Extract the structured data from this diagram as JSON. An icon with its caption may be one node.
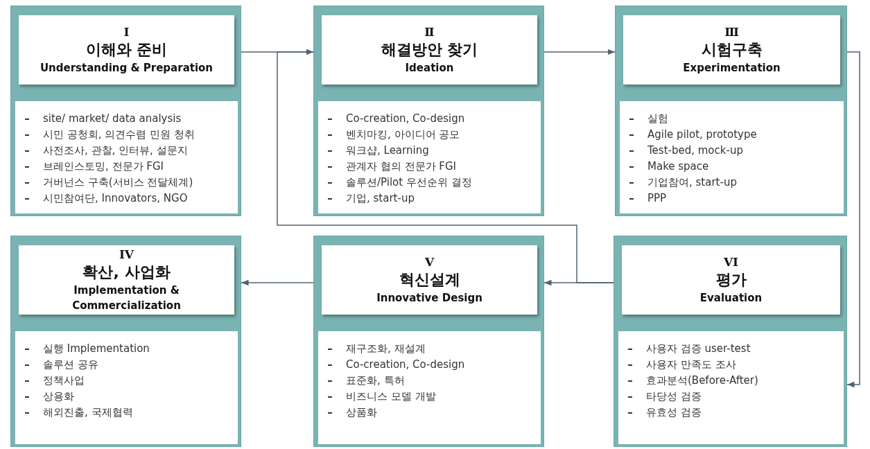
{
  "diagram": {
    "nodes": [
      {
        "text": [],
        "shape": "box"
      },
      {
        "text": [
          "I",
          "이해와 준비",
          "Understanding & Preparation"
        ],
        "in": 0
      },
      {
        "text": [
          "site/ market/ data analysis",
          "시민 공청회, 의견수렴 민원 청취",
          "사전조사, 관찰, 인터뷰, 설문지",
          "브레인스토밍, 전문가 FGI",
          "거버넌스 구축(서비스 전달체계)",
          "시민참여단, Innovators, NGO"
        ],
        "in": 0
      },
      {
        "text": [],
        "shape": "box"
      },
      {
        "text": [
          "Ⅱ",
          "해결방안 찾기",
          "Ideation"
        ],
        "in": 3
      },
      {
        "text": [
          "Co-creation, Co-design",
          "벤치마킹, 아이디어 공모",
          "워크샵, Learning",
          "관계자 협의 전문가 FGI",
          "솔루션/Pilot 우선순위 결정",
          "기업, start-up"
        ],
        "in": 3
      },
      {
        "text": [],
        "shape": "box"
      },
      {
        "text": [
          "Ⅲ",
          "시험구축",
          "Experimentation"
        ],
        "in": 6
      },
      {
        "text": [
          "실험",
          "Agile pilot, prototype",
          "Test-bed, mock-up",
          "Make space",
          "기업참여, start-up",
          "PPP"
        ],
        "in": 6
      },
      {
        "text": [],
        "shape": "box"
      },
      {
        "text": [
          "IV",
          "확산, 사업화",
          "Implementation & Commercialization"
        ],
        "in": 9
      },
      {
        "text": [
          "실행 Implementation",
          "솔루션 공유",
          "정책사업",
          "상용화",
          "해외진출, 국제협력"
        ],
        "in": 9
      },
      {
        "text": [],
        "shape": "box"
      },
      {
        "text": [
          "V",
          "혁신설계",
          "Innovative Design"
        ],
        "in": 12
      },
      {
        "text": [
          "재구조화, 재설계",
          "Co-creation, Co-design",
          "표준화, 특허",
          "비즈니스 모델 개발",
          "상품화"
        ],
        "in": 12
      },
      {
        "text": [],
        "shape": "box"
      },
      {
        "text": [
          "VI",
          "평가",
          "Evaluation"
        ],
        "in": 15
      },
      {
        "text": [
          "사용자 검증 user-test",
          "사용자 만족도 조사",
          "효과분석(Before-After)",
          "타당성 검증",
          "유효성 검증"
        ],
        "in": 15
      }
    ],
    "edges": [
      {
        "from": 0,
        "to": 3,
        "arrow": "to"
      },
      {
        "from": 3,
        "to": 6,
        "arrow": "to"
      },
      {
        "from": 6,
        "to": 15,
        "arrow": "to"
      },
      {
        "from": 15,
        "to": 12,
        "arrow": "to"
      },
      {
        "from": 12,
        "to": 9,
        "arrow": "to"
      },
      {
        "from": 15,
        "to": 3,
        "arrow": "to"
      }
    ]
  }
}
